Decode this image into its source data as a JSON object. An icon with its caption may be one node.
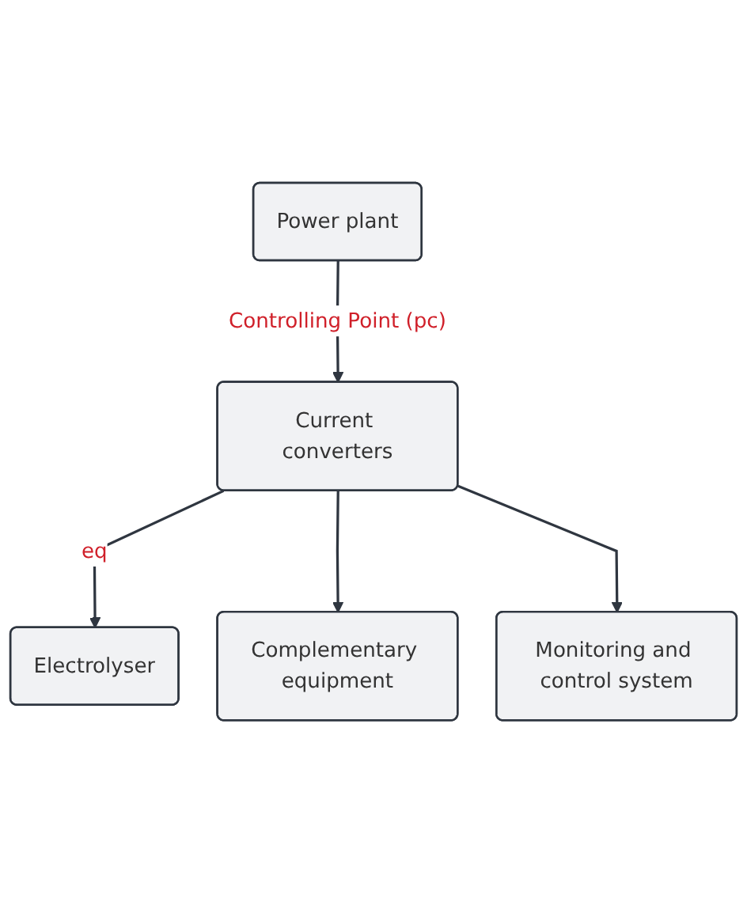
{
  "diagram": {
    "nodes": [
      {
        "text": [
          "Power plant"
        ]
      },
      {
        "text": [
          "Current converters"
        ]
      },
      {
        "text": [
          "Electrolyser"
        ]
      },
      {
        "text": [
          "Complementary equipment"
        ]
      },
      {
        "text": [
          "Monitoring and control system"
        ]
      }
    ],
    "edges": [
      {
        "from": 0,
        "to": 1,
        "arrow": "to",
        "label": "Controlling Point (pc)"
      },
      {
        "from": 1,
        "to": 2,
        "arrow": "to",
        "label": "eq"
      },
      {
        "from": 1,
        "to": 3,
        "arrow": "to"
      },
      {
        "from": 1,
        "to": 4,
        "arrow": "to"
      }
    ]
  }
}
